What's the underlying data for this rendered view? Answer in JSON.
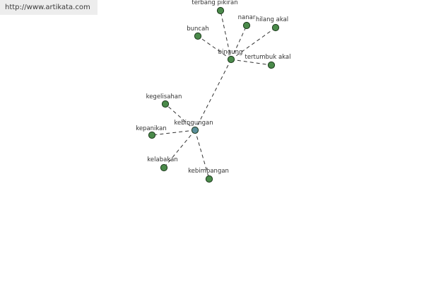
{
  "watermark": "http://www.artikata.com",
  "colors": {
    "node": "#4a8a4a",
    "center_node": "#5a8f9a",
    "edge": "#333333",
    "label": "#333333"
  },
  "graph": {
    "nodes": [
      {
        "id": "terbang",
        "label": "terbang pikiran",
        "type": "leaf"
      },
      {
        "id": "nanar",
        "label": "nanar",
        "type": "leaf"
      },
      {
        "id": "hilang",
        "label": "hilang akal",
        "type": "leaf"
      },
      {
        "id": "buncah",
        "label": "buncah",
        "type": "leaf"
      },
      {
        "id": "bingung",
        "label": "bingung",
        "type": "hub"
      },
      {
        "id": "tertumbuk",
        "label": "tertumbuk akal",
        "type": "leaf"
      },
      {
        "id": "kegelisahan",
        "label": "kegelisahan",
        "type": "leaf"
      },
      {
        "id": "kebingungan",
        "label": "kebingungan",
        "type": "center"
      },
      {
        "id": "kepanikan",
        "label": "kepanikan",
        "type": "leaf"
      },
      {
        "id": "kelabakan",
        "label": "kelabakan",
        "type": "leaf"
      },
      {
        "id": "kebimbangan",
        "label": "kebimbangan",
        "type": "leaf"
      }
    ],
    "edges": [
      [
        "bingung",
        "terbang"
      ],
      [
        "bingung",
        "nanar"
      ],
      [
        "bingung",
        "hilang"
      ],
      [
        "bingung",
        "buncah"
      ],
      [
        "bingung",
        "tertumbuk"
      ],
      [
        "bingung",
        "kebingungan"
      ],
      [
        "kebingungan",
        "kegelisahan"
      ],
      [
        "kebingungan",
        "kepanikan"
      ],
      [
        "kebingungan",
        "kelabakan"
      ],
      [
        "kebingungan",
        "kebimbangan"
      ]
    ]
  }
}
